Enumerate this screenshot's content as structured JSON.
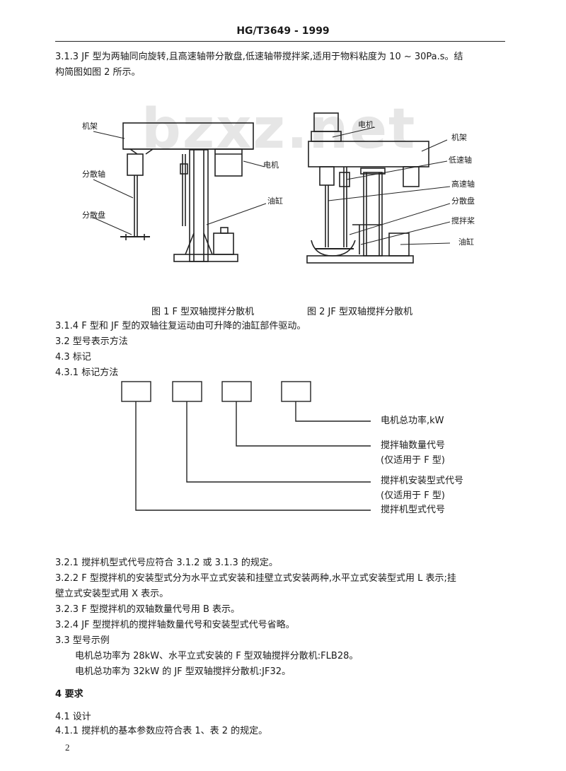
{
  "header": {
    "code": "HG/T3649 - 1999"
  },
  "watermark": "bzxz.net",
  "para_313_line1": "3.1.3  JF 型为两轴同向旋转,且高速轴带分散盘,低速轴带搅拌桨,适用于物料粘度为 10 ~ 30Pa.s。结",
  "para_313_line2": "构简图如图 2 所示。",
  "fig1": {
    "labels": {
      "frame": "机架",
      "shaft": "分散轴",
      "disc": "分散盘",
      "motor": "电机",
      "tank": "油缸"
    },
    "caption": "图 1   F 型双轴搅拌分散机"
  },
  "fig2": {
    "labels": {
      "motor": "电机",
      "frame": "机架",
      "low_shaft": "低速轴",
      "high_shaft": "高速轴",
      "disc": "分散盘",
      "paddle": "搅拌桨",
      "tank": "油缸"
    },
    "caption": "图 2   JF 型双轴搅拌分散机"
  },
  "para_314": "3.1.4   F 型和 JF 型的双轴往复运动由可升降的油缸部件驱动。",
  "sec_32": "3.2   型号表示方法",
  "sec_43": "4.3   标记",
  "sec_431": "4.3.1   标记方法",
  "marking": {
    "power": "电机总功率,kW",
    "shaft_count": "搅拌轴数量代号",
    "shaft_count_note": "(仅适用于 F 型)",
    "install": "搅拌机安装型式代号",
    "install_note": "(仅适用于 F 型)",
    "type": "搅拌机型式代号"
  },
  "para_321": "3.2.1   搅拌机型式代号应符合 3.1.2 或 3.1.3 的规定。",
  "para_322_line1": "3.2.2   F 型搅拌机的安装型式分为水平立式安装和挂壁立式安装两种,水平立式安装型式用 L 表示;挂",
  "para_322_line2": "壁立式安装型式用 X 表示。",
  "para_323": "3.2.3   F 型搅拌机的双轴数量代号用 B 表示。",
  "para_324": "3.2.4   JF 型搅拌机的搅拌轴数量代号和安装型式代号省略。",
  "sec_33": "3.3   型号示例",
  "example1": "电机总功率为 28kW、水平立式安装的 F 型双轴搅拌分散机:FLB28。",
  "example2": "电机总功率为 32kW 的 JF 型双轴搅拌分散机:JF32。",
  "sec_4": "4   要求",
  "sec_41": "4.1   设计",
  "para_411": "4.1.1   搅拌机的基本参数应符合表 1、表 2 的规定。",
  "page_number": "2"
}
